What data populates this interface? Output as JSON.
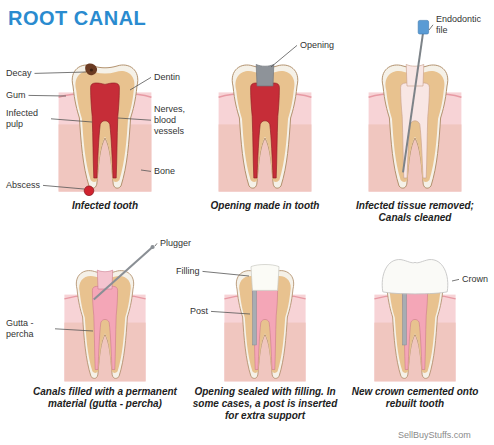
{
  "diagram": {
    "title": "ROOT CANAL",
    "labels": [
      "Decay",
      "Dentin",
      "Gum",
      "Infected pulp",
      "Nerves, blood vessels",
      "Abscess",
      "Bone",
      "Infected tooth",
      "Opening",
      "Opening made in tooth",
      "Endodontic file",
      "Infected tissue removed; Canals cleaned",
      "Plugger",
      "Gutta - percha",
      "Canals filled with a permanent material (gutta - percha)",
      "Filling",
      "Post",
      "Opening sealed with filling. In some cases, a post is inserted for extra support",
      "Crown",
      "New crown cemented onto rebuilt tooth",
      "SellBuyStuffs.com"
    ]
  }
}
